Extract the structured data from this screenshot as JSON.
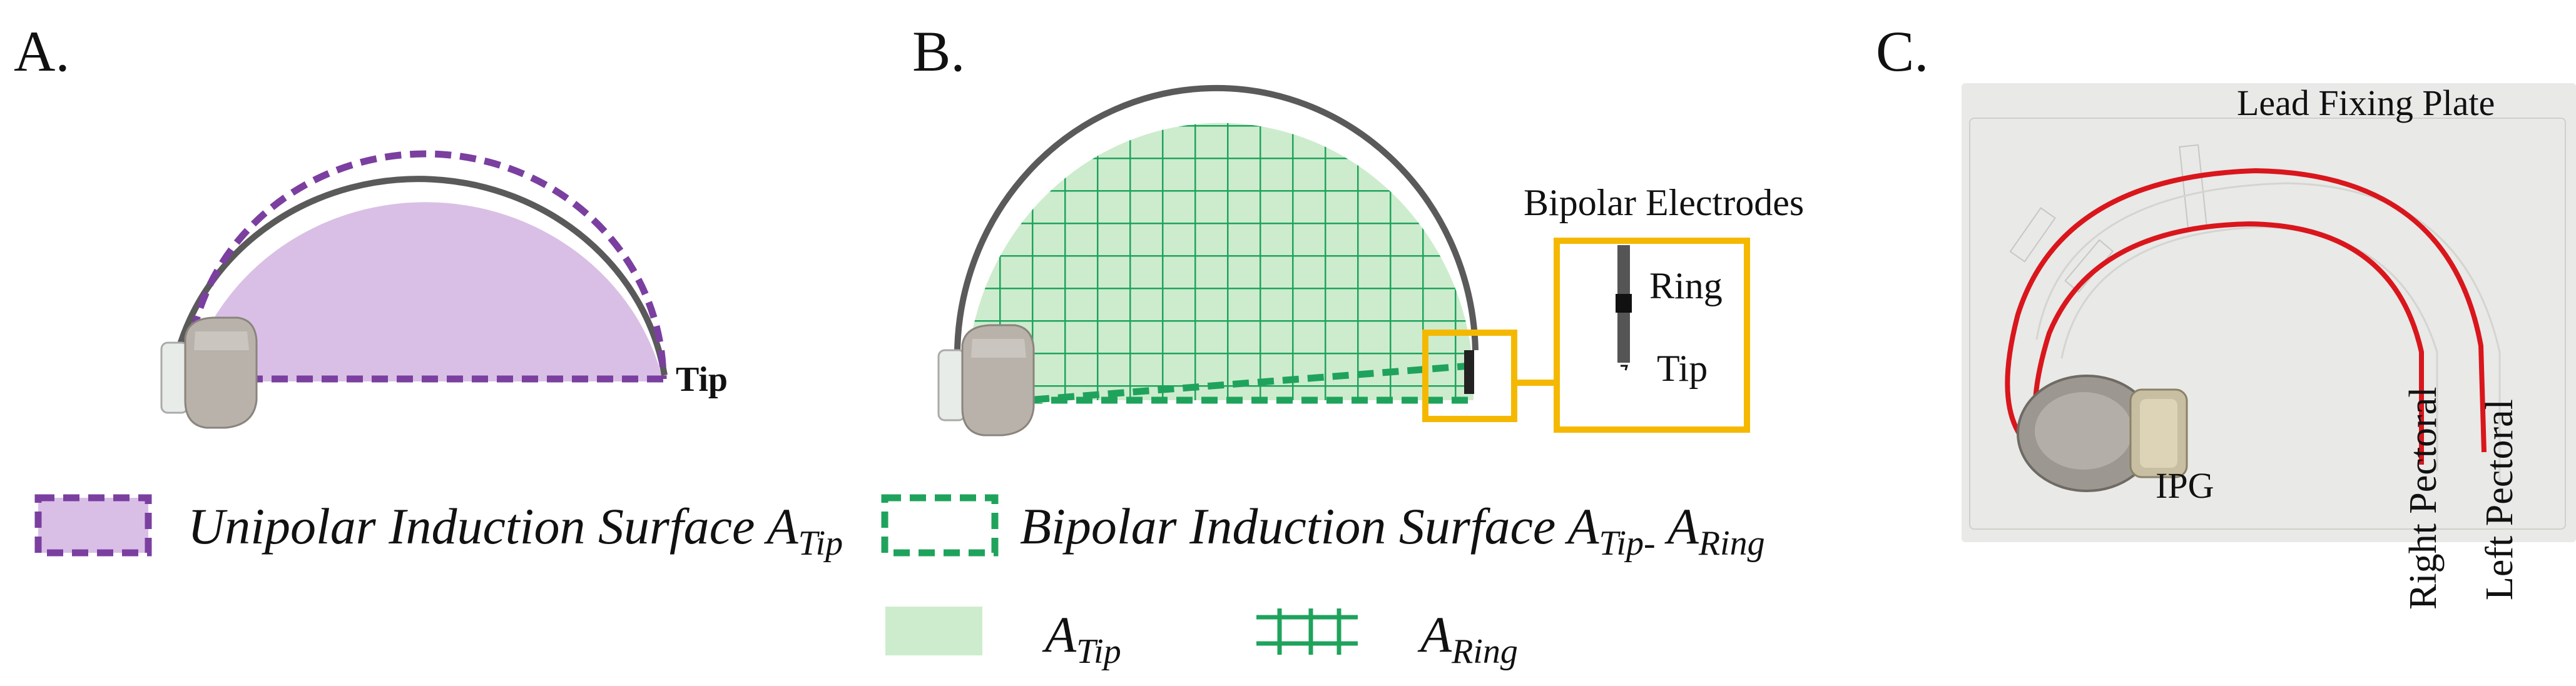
{
  "panels": {
    "a": {
      "label": "A.",
      "tip_label": "Tip"
    },
    "b": {
      "label": "B.",
      "inset_title": "Bipolar Electrodes",
      "ring_label": "Ring",
      "tip_label": "Tip"
    },
    "c": {
      "label": "C.",
      "plate_label": "Lead Fixing Plate",
      "right_label": "Right Pectoral",
      "left_label": "Left Pectoral",
      "ipg_label": "IPG"
    }
  },
  "legend": {
    "unipolar": {
      "text": "Unipolar Induction Surface A",
      "sub": "Tip"
    },
    "bipolar": {
      "text": "Bipolar Induction Surface A",
      "sub1": "Tip-",
      "mid": " A",
      "sub2": "Ring"
    },
    "a_tip": {
      "text": "A",
      "sub": "Tip"
    },
    "a_ring": {
      "text": "A",
      "sub": "Ring"
    }
  },
  "colors": {
    "purple": "#7b3fa0",
    "lavender": "#d9bfe6",
    "green": "#1fa35c",
    "light_green": "#cdeccd",
    "yellow": "#f5b800",
    "red": "#d9161c",
    "lead_gray": "#5a5a5a"
  }
}
